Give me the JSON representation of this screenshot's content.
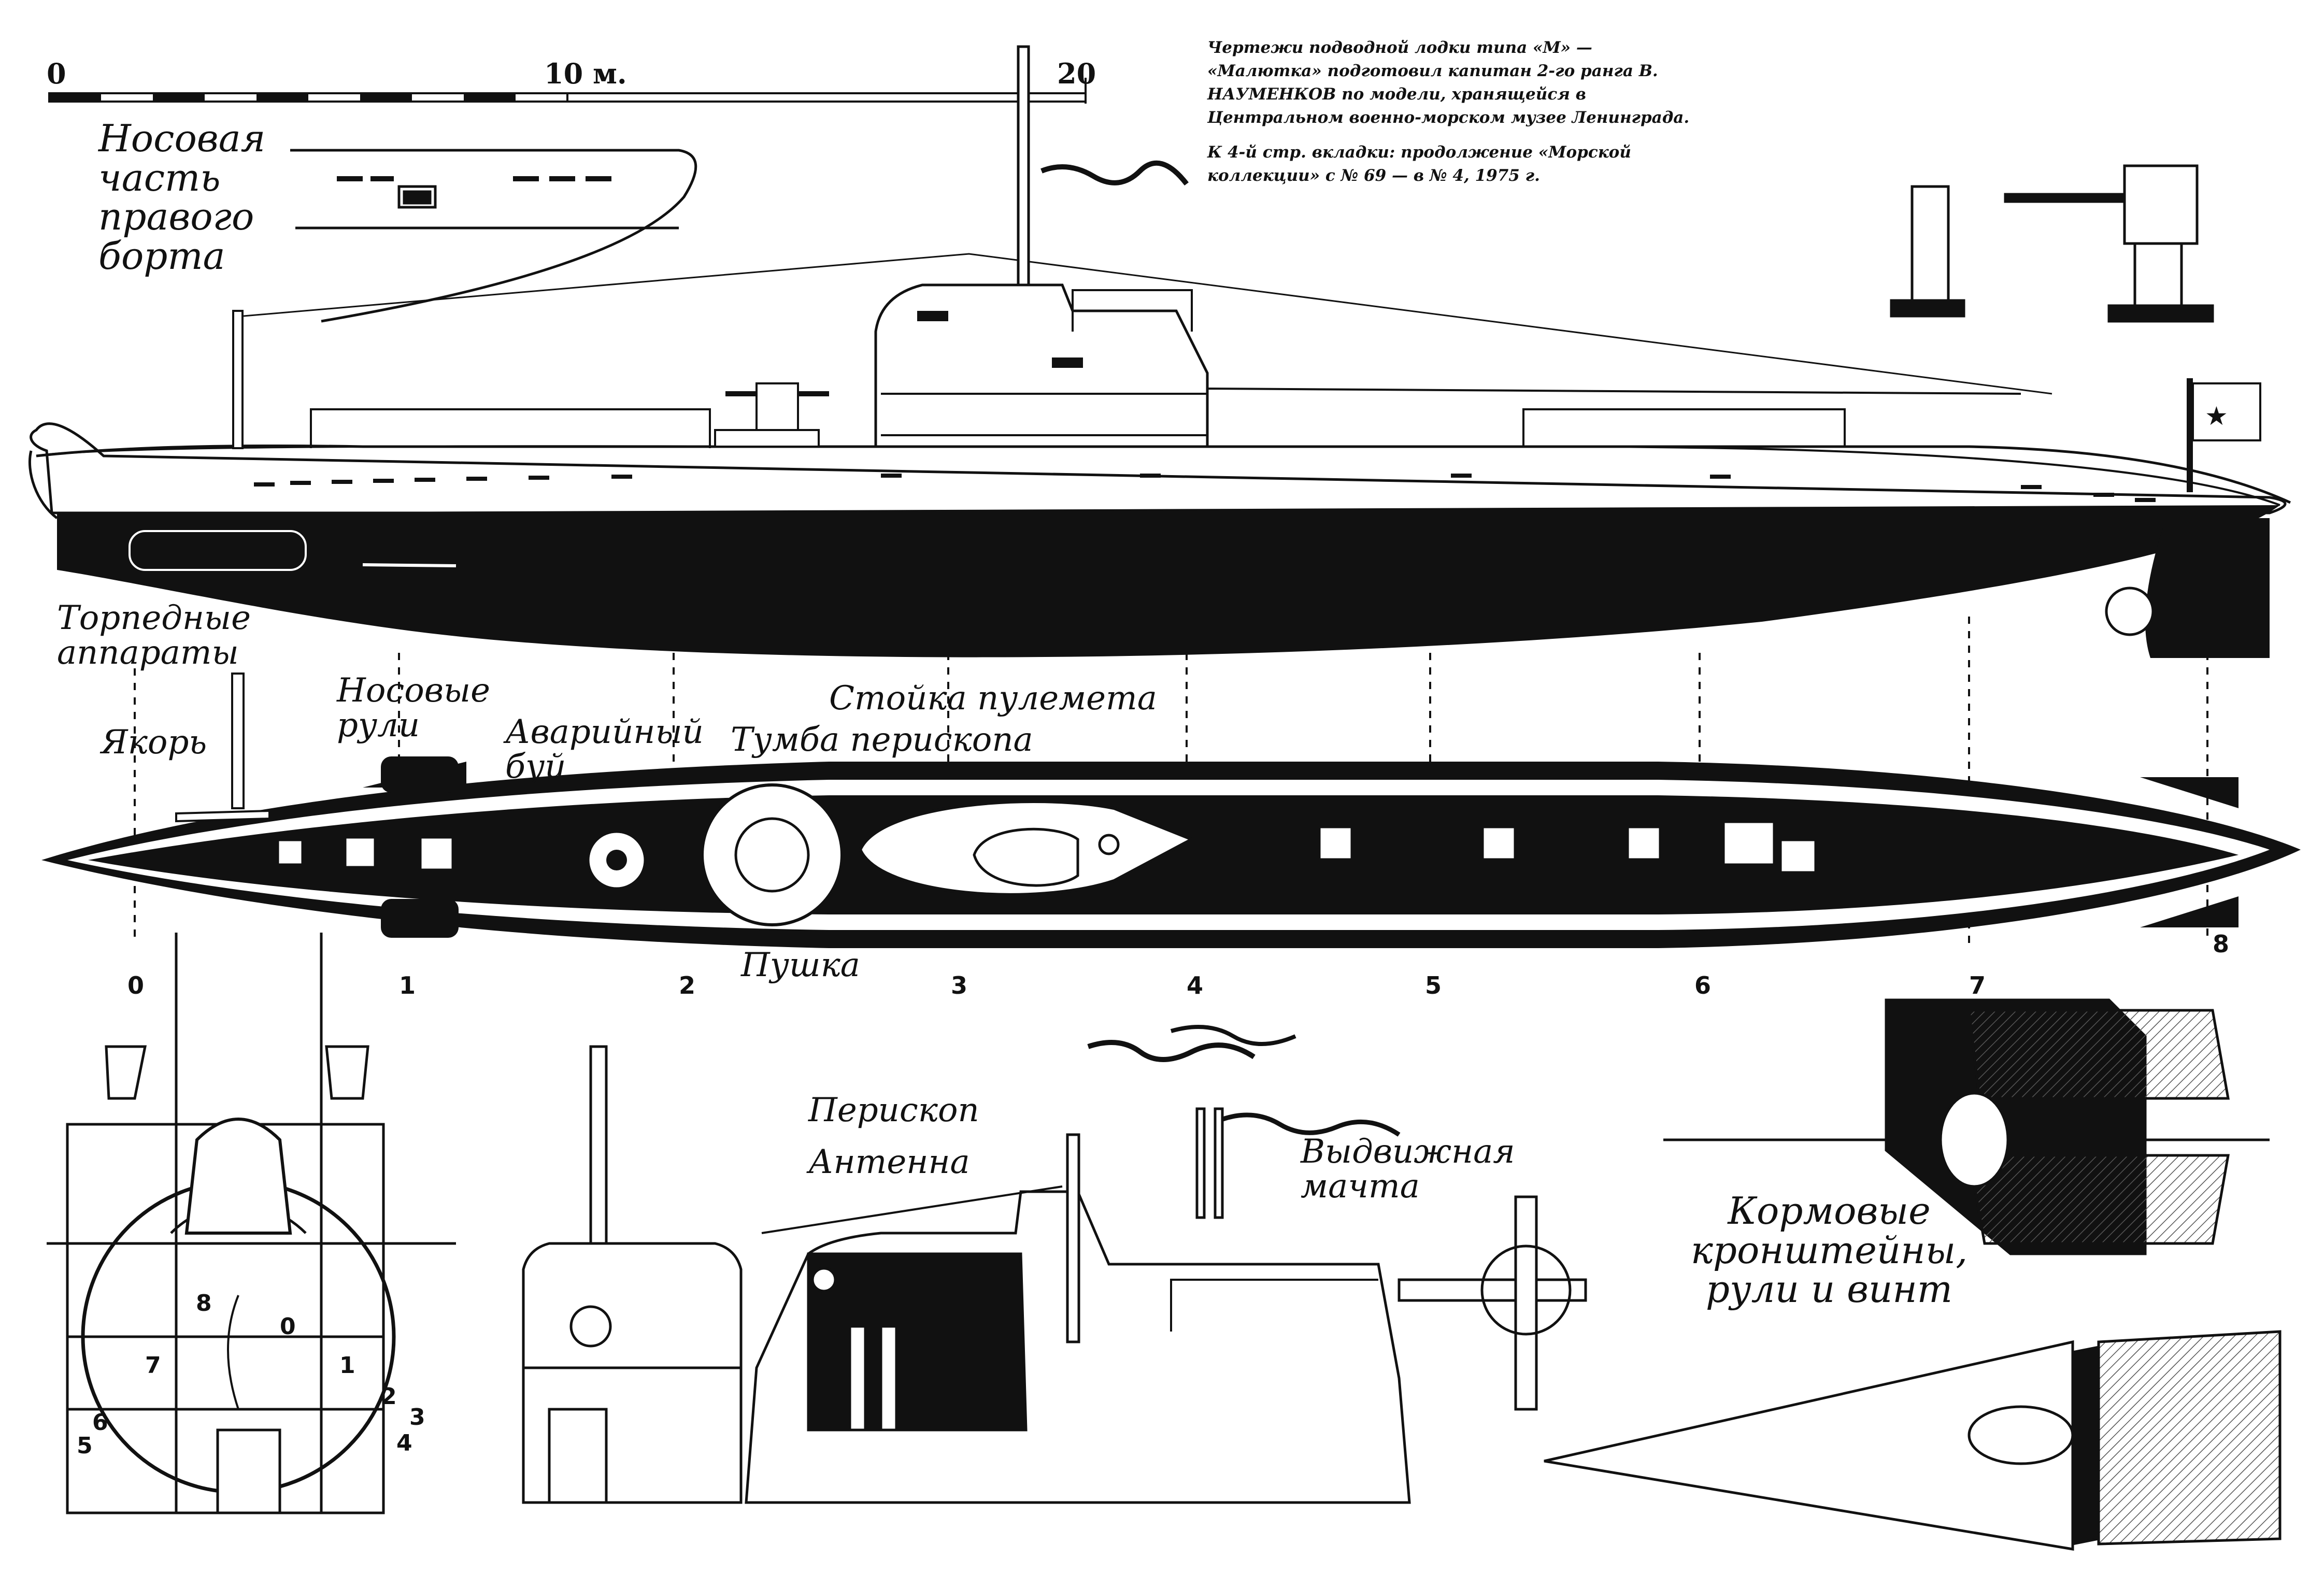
{
  "scale": {
    "marks": [
      "0",
      "10 м.",
      "20"
    ]
  },
  "caption": {
    "line1": "Чертежи подводной лодки типа «М» — «Малютка» подготовил капитан 2-го ранга В. НАУМЕНКОВ по модели, хранящейся в Центральном военно-морском музее Ленинграда.",
    "line2": "К 4-й стр. вкладки: продолжение «Морской коллекции» с № 69 — в № 4, 1975 г."
  },
  "labels": {
    "bow_starboard": "Носовая часть правого борта",
    "torpedo_tubes": "Торпедные аппараты",
    "bow_planes": "Носовые рули",
    "anchor": "Якорь",
    "emergency_buoy": "Аварийный буй",
    "mg_mount": "Стойка пулемета",
    "periscope_pedestal": "Тумба перископа",
    "gun": "Пушка",
    "periscope": "Перископ",
    "antenna": "Антенна",
    "retractable_mast": "Выдвижная мачта",
    "stern": "Кормовые кронштейны, рули и винт"
  },
  "frames": [
    "0",
    "1",
    "2",
    "3",
    "4",
    "5",
    "6",
    "7",
    "8"
  ],
  "sections": [
    "0",
    "1",
    "2",
    "3",
    "4",
    "5",
    "6",
    "7",
    "8"
  ],
  "colors": {
    "ink": "#111111",
    "paper": "#ffffff",
    "hatch": "#555555"
  }
}
